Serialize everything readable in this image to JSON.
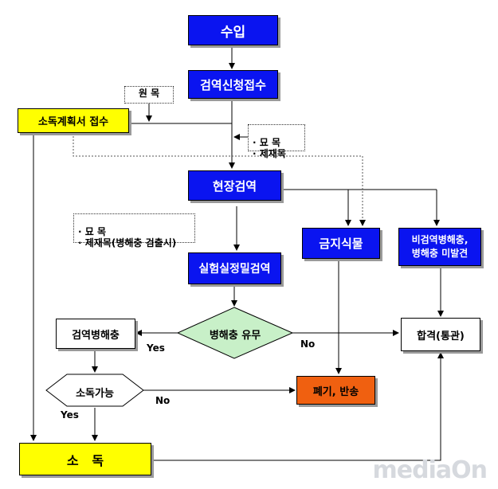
{
  "nodes": {
    "import": "수입",
    "inspection_request": "검역신청접수",
    "disinfection_plan": "소독계획서 접수",
    "field_inspection": "현장검역",
    "prohibited_plants": "금지식물",
    "non_quarantine": "비검역병해충,\n병해충 미발견",
    "lab_inspection": "실험실정밀검역",
    "pest_decision": "병해충 유무",
    "quarantine_pest": "검역병해충",
    "pass": "합격(통관)",
    "disinfect_possible": "소독가능",
    "dispose_return": "폐기, 반송",
    "disinfection": "소   독"
  },
  "notes": {
    "logs": "원  목",
    "seedlings_lumber": "· 묘  목\n· 제재목",
    "lab_note": "· 묘   목\n· 제재목(병해충 검출시)"
  },
  "edge_labels": {
    "yes1": "Yes",
    "no1": "No",
    "no2": "No",
    "yes2": "Yes"
  },
  "watermark": "mediaOn"
}
